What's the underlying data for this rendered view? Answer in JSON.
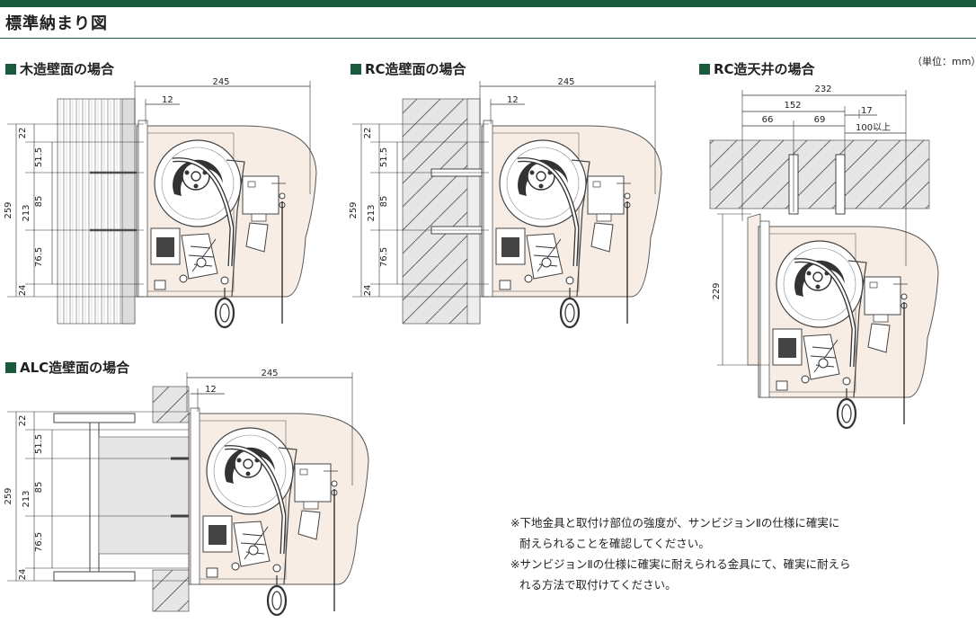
{
  "page": {
    "title": "標準納まり図",
    "unit_note": "（単位：mm）"
  },
  "sections": {
    "wood": {
      "heading": "木造壁面の場合",
      "dims": {
        "width": "245",
        "offset": "12",
        "h1": "22",
        "h2": "51.5",
        "h3": "85",
        "h4": "76.5",
        "h5": "24",
        "inner": "213",
        "total": "259"
      }
    },
    "rc_wall": {
      "heading": "RC造壁面の場合",
      "dims": {
        "width": "245",
        "offset": "12",
        "h1": "22",
        "h2": "51.5",
        "h3": "85",
        "h4": "76.5",
        "h5": "24",
        "inner": "213",
        "total": "259"
      }
    },
    "rc_ceiling": {
      "heading": "RC造天井の場合",
      "dims": {
        "width": "232",
        "w_top": "152",
        "w_a": "66",
        "w_b": "69",
        "w_c": "17",
        "w_min": "100以上",
        "height": "229"
      }
    },
    "alc": {
      "heading": "ALC造壁面の場合",
      "dims": {
        "width": "245",
        "offset": "12",
        "h1": "22",
        "h2": "51.5",
        "h3": "85",
        "h4": "76.5",
        "h5": "24",
        "inner": "213",
        "total": "259"
      }
    }
  },
  "notes": [
    {
      "first": "※下地金具と取付け部位の強度が、サンビジョンⅡの仕様に確実に",
      "second": "耐えられることを確認してください。"
    },
    {
      "first": "※サンビジョンⅡの仕様に確実に耐えられる金具にて、確実に耐えら",
      "second": "れる方法で取付けてください。"
    }
  ],
  "colors": {
    "accent": "#1b5a3c",
    "housing": "#f7ede4",
    "concrete": "#e6e6e6"
  }
}
